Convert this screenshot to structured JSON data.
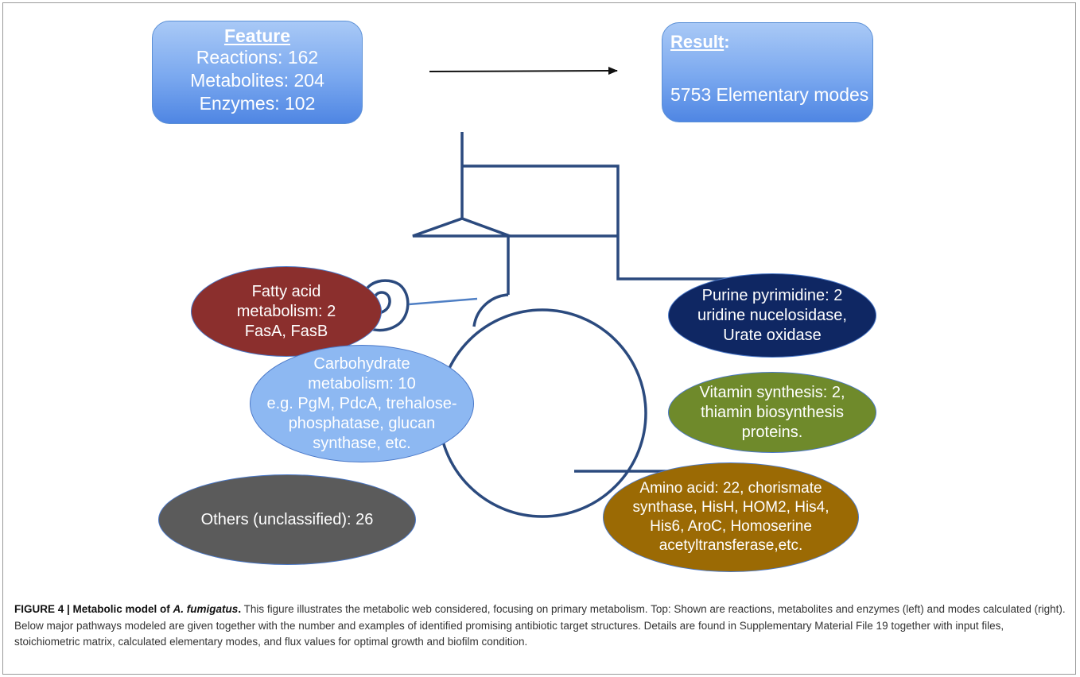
{
  "feature_box": {
    "title": "Feature",
    "lines": [
      "Reactions: 162",
      "Metabolites: 204",
      "Enzymes: 102"
    ]
  },
  "result_box": {
    "title": "Result",
    "title_suffix": ":",
    "line": "5753 Elementary modes"
  },
  "pathways": {
    "fatty_acid": [
      "Fatty acid",
      "metabolism: 2",
      "FasA, FasB"
    ],
    "carbohydrate": [
      "Carbohydrate",
      "metabolism:  10",
      "e.g. PgM, PdcA, trehalose-",
      "phosphatase, glucan",
      "synthase, etc."
    ],
    "others": [
      "Others (unclassified): 26"
    ],
    "purine": [
      "Purine pyrimidine: 2",
      "uridine nucelosidase,",
      "Urate oxidase"
    ],
    "vitamin": [
      "Vitamin synthesis: 2,",
      "thiamin biosynthesis",
      "proteins."
    ],
    "amino_acid": [
      "Amino acid: 22, chorismate",
      "synthase, HisH, HOM2, His4,",
      "His6, AroC, Homoserine",
      "acetyltransferase,etc."
    ]
  },
  "colors": {
    "box_blue": "#7aa8ef",
    "line_navy": "#2b4a7e",
    "fatty": "#8b2f2d",
    "carbo": "#8db8f2",
    "others": "#5b5b5b",
    "purine": "#0f2763",
    "vitamin": "#6f8a2b",
    "amino": "#9b6a04"
  },
  "caption": {
    "label": "FIGURE 4 | Metabolic model of ",
    "species": "A. fumigatus",
    "label_end": ".",
    "text": " This figure illustrates the metabolic web considered, focusing on primary metabolism. Top: Shown are reactions, metabolites and enzymes (left) and modes calculated (right). Below major pathways modeled are given together with the number and examples of identified promising antibiotic target structures. Details are found in Supplementary Material File 19 together with input files, stoichiometric matrix, calculated elementary modes, and flux values for optimal growth and biofilm condition."
  }
}
